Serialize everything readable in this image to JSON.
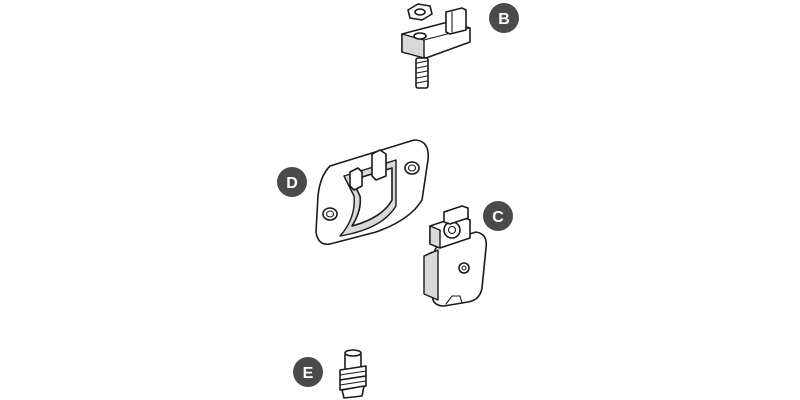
{
  "labels": {
    "b": "B",
    "c": "C",
    "d": "D",
    "e": "E"
  },
  "colors": {
    "badge_fill": "#4a4a4a",
    "badge_text": "#ffffff",
    "line": "#1a1a1a",
    "shade": "#d9d9d9"
  },
  "icons": [
    "clamp-bolt-icon",
    "roller-carriage-icon",
    "end-bracket-icon",
    "stopper-plug-icon"
  ]
}
